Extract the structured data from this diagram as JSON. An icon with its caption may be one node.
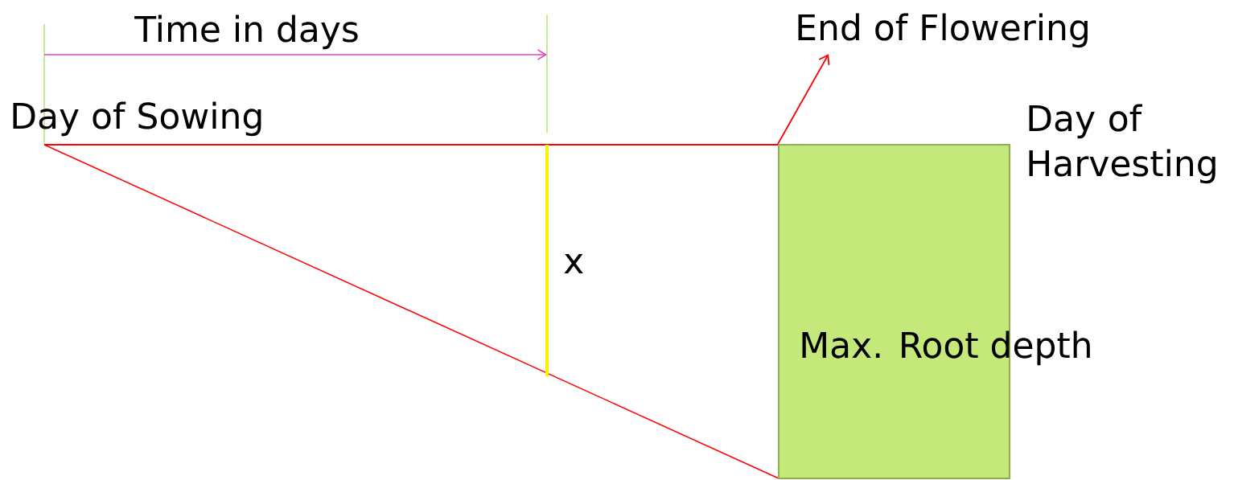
{
  "diagram": {
    "nodes": [
      {
        "text": [
          "End of Flowering"
        ]
      },
      {
        "text": [
          "Max. Root depth"
        ]
      }
    ],
    "edges": [
      {
        "from": 1,
        "to": 0,
        "arrow": "to"
      }
    ],
    "labels": [
      "Time in days",
      "Day of Sowing",
      "Day of Harvesting",
      "x"
    ]
  }
}
